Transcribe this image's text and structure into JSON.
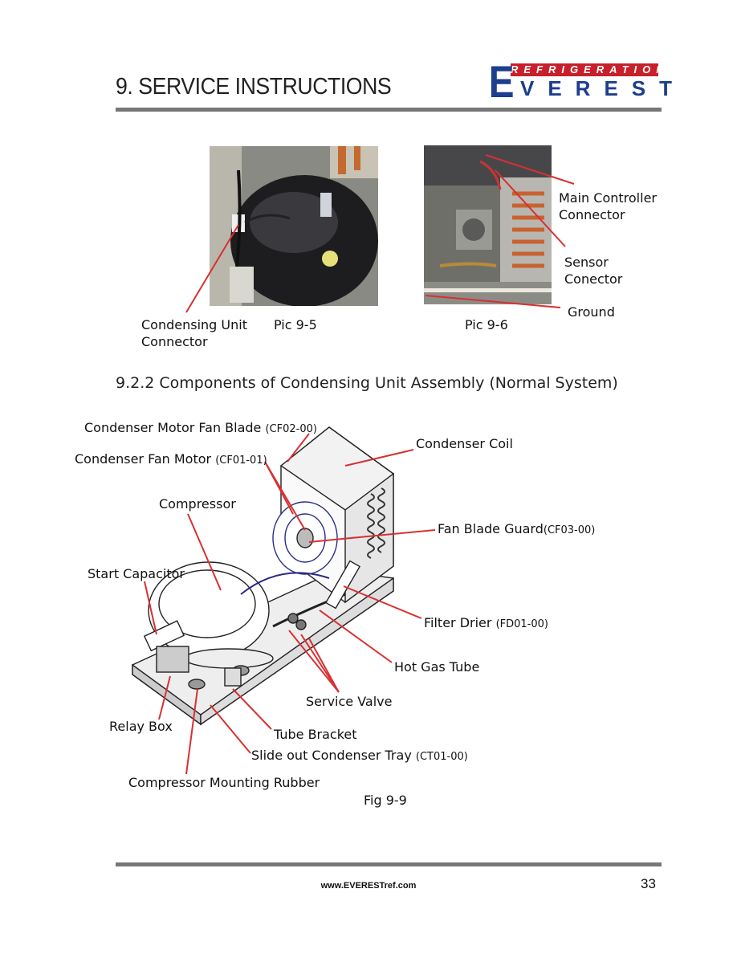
{
  "header": {
    "title": "9. SERVICE INSTRUCTIONS",
    "brand_top": "REFRIGERATION",
    "brand_initial": "E",
    "brand_rest": "VEREST"
  },
  "photos": {
    "left_label_line1": "Condensing Unit",
    "left_label_line2": "Connector",
    "left_caption": "Pic 9-5",
    "right_caption": "Pic 9-6",
    "main_controller_line1": "Main Controller",
    "main_controller_line2": "Connector",
    "sensor_line1": "Sensor",
    "sensor_line2": "Conector",
    "ground": "Ground"
  },
  "section_title": "9.2.2 Components of Condensing Unit Assembly (Normal System)",
  "figure": {
    "caption": "Fig 9-9",
    "labels": {
      "fan_blade": "Condenser Motor Fan Blade",
      "fan_blade_code": "(CF02-00)",
      "fan_motor": "Condenser Fan Motor",
      "fan_motor_code": "(CF01-01)",
      "compressor": "Compressor",
      "start_capacitor": "Start Capacitor",
      "condenser_coil": "Condenser Coil",
      "fan_guard": "Fan Blade Guard",
      "fan_guard_code": "(CF03-00)",
      "filter_drier": "Filter Drier",
      "filter_drier_code": "(FD01-00)",
      "hot_gas_tube": "Hot Gas Tube",
      "service_valve": "Service Valve",
      "relay_box": "Relay Box",
      "tube_bracket": "Tube Bracket",
      "slide_tray": "Slide out Condenser Tray",
      "slide_tray_code": "(CT01-00)",
      "mounting_rubber": "Compressor Mounting Rubber"
    }
  },
  "footer": {
    "url": "www.EVERESTref.com",
    "page_number": "33"
  }
}
